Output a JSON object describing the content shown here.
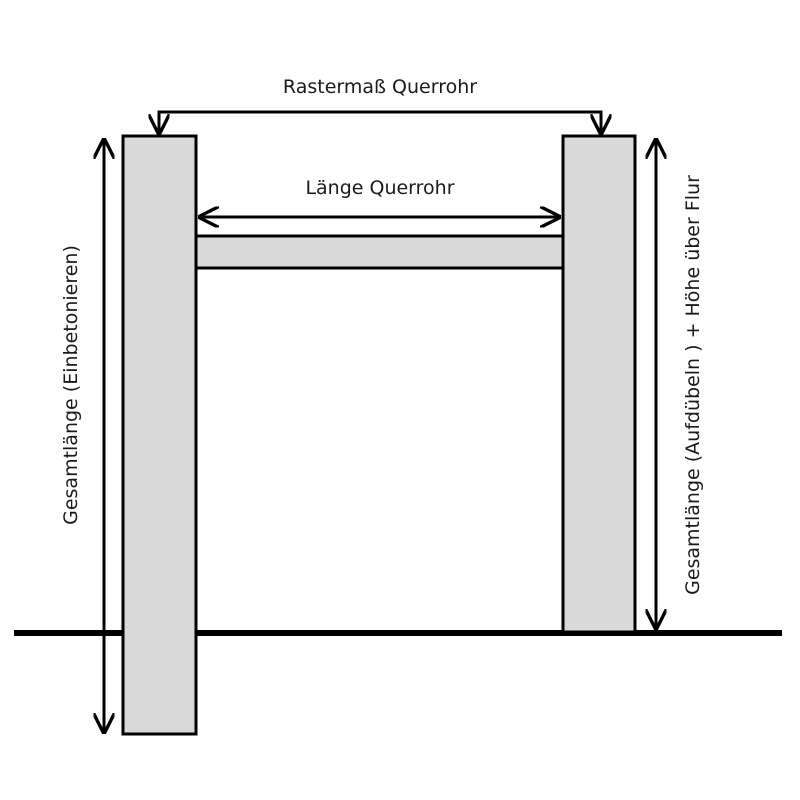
{
  "diagram": {
    "title": "Gate frame dimension diagram",
    "labels": {
      "raster": "Rastermaß Querrohr",
      "length": "Länge Querrohr",
      "left_total": "Gesamtlänge (Einbetonieren)",
      "right_total": "Gesamtlänge (Aufdübeln ) + Höhe über Flur"
    },
    "colors": {
      "post_fill": "#d9d9d9",
      "stroke": "#000000",
      "background": "#ffffff"
    }
  }
}
